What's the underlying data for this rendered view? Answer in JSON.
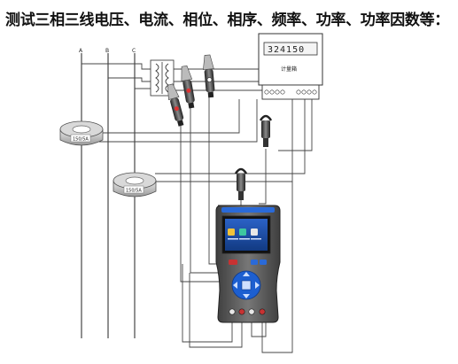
{
  "title": "测试三相三线电压、电流、相位、相序、频率、功率、功率因数等：",
  "phases": [
    "A",
    "B",
    "C"
  ],
  "meter": {
    "reading": "324150",
    "label": "计量箱"
  },
  "ct": {
    "label_1": "150/5A",
    "label_2": "150/5A"
  },
  "colors": {
    "case": "#5a5a5a",
    "screen": "#1f4fa8",
    "accent": "#2a6ad8",
    "line": "#333333"
  }
}
